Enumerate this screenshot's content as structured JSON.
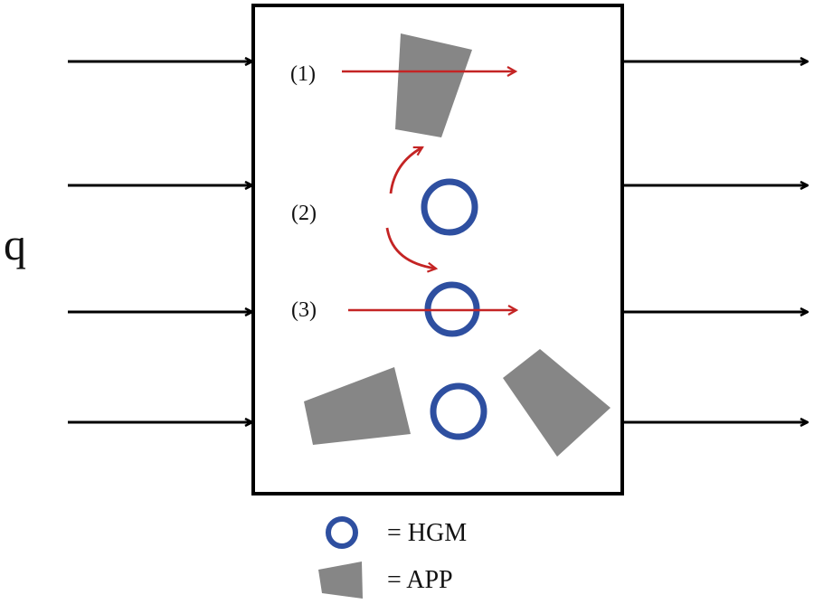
{
  "flux_label": "q",
  "pathways": [
    {
      "label": "(1)"
    },
    {
      "label": "(2)"
    },
    {
      "label": "(3)"
    }
  ],
  "legend": {
    "hgm_label": "= HGM",
    "app_label": "= APP"
  },
  "colors": {
    "hgm": "#2e4fa0",
    "app": "#868686",
    "path_arrow": "#c42424",
    "flow_arrow": "#000000",
    "box_border": "#000000"
  }
}
